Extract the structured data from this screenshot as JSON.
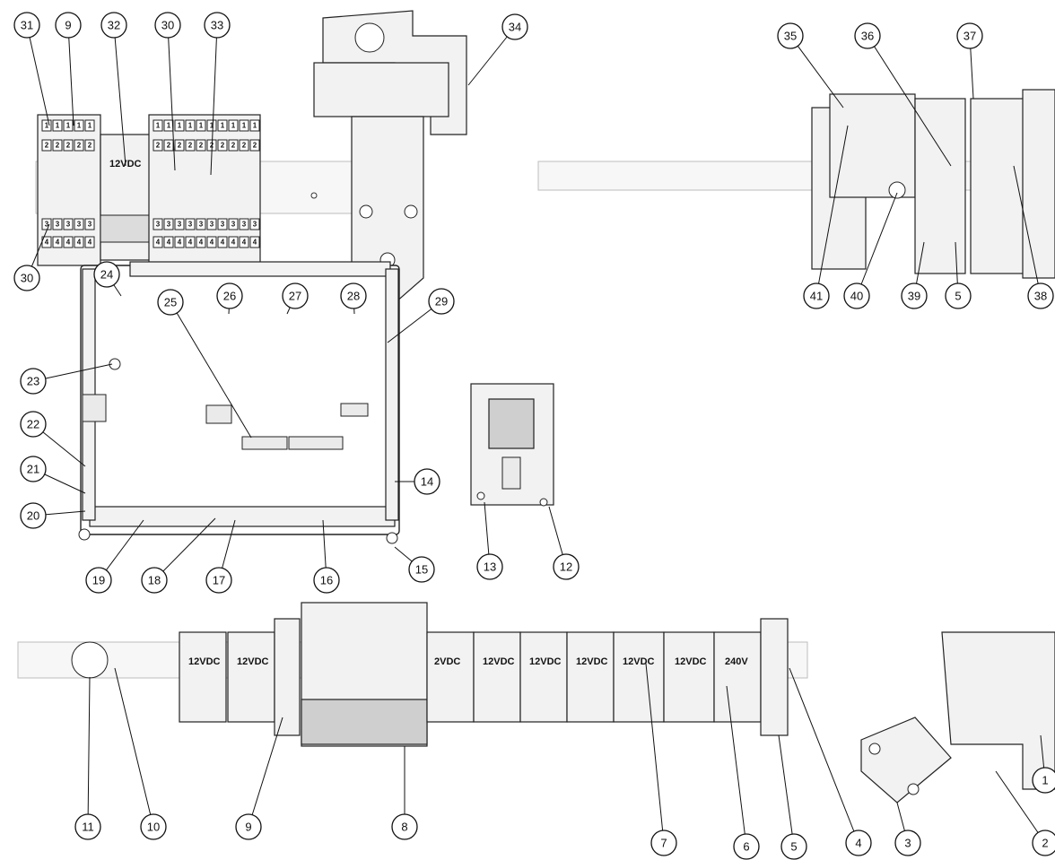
{
  "module_labels": {
    "top_left": "12VDC",
    "bottom": [
      "12VDC",
      "12VDC",
      "2VDC",
      "12VDC",
      "12VDC",
      "12VDC",
      "12VDC",
      "12VDC",
      "240V"
    ]
  },
  "callouts": [
    {
      "id": "c31",
      "label": "31"
    },
    {
      "id": "c9a",
      "label": "9"
    },
    {
      "id": "c32",
      "label": "32"
    },
    {
      "id": "c30a",
      "label": "30"
    },
    {
      "id": "c33",
      "label": "33"
    },
    {
      "id": "c34",
      "label": "34"
    },
    {
      "id": "c35",
      "label": "35"
    },
    {
      "id": "c36",
      "label": "36"
    },
    {
      "id": "c37",
      "label": "37"
    },
    {
      "id": "c30b",
      "label": "30"
    },
    {
      "id": "c41",
      "label": "41"
    },
    {
      "id": "c40",
      "label": "40"
    },
    {
      "id": "c39",
      "label": "39"
    },
    {
      "id": "c5a",
      "label": "5"
    },
    {
      "id": "c38",
      "label": "38"
    },
    {
      "id": "c24",
      "label": "24"
    },
    {
      "id": "c25",
      "label": "25"
    },
    {
      "id": "c26",
      "label": "26"
    },
    {
      "id": "c27",
      "label": "27"
    },
    {
      "id": "c28",
      "label": "28"
    },
    {
      "id": "c29",
      "label": "29"
    },
    {
      "id": "c23",
      "label": "23"
    },
    {
      "id": "c22",
      "label": "22"
    },
    {
      "id": "c21",
      "label": "21"
    },
    {
      "id": "c14",
      "label": "14"
    },
    {
      "id": "c20",
      "label": "20"
    },
    {
      "id": "c19",
      "label": "19"
    },
    {
      "id": "c18",
      "label": "18"
    },
    {
      "id": "c17",
      "label": "17"
    },
    {
      "id": "c16",
      "label": "16"
    },
    {
      "id": "c15",
      "label": "15"
    },
    {
      "id": "c13",
      "label": "13"
    },
    {
      "id": "c12",
      "label": "12"
    },
    {
      "id": "c11",
      "label": "11"
    },
    {
      "id": "c10",
      "label": "10"
    },
    {
      "id": "c9b",
      "label": "9"
    },
    {
      "id": "c8",
      "label": "8"
    },
    {
      "id": "c7",
      "label": "7"
    },
    {
      "id": "c6",
      "label": "6"
    },
    {
      "id": "c5b",
      "label": "5"
    },
    {
      "id": "c4",
      "label": "4"
    },
    {
      "id": "c3",
      "label": "3"
    },
    {
      "id": "c2",
      "label": "2"
    },
    {
      "id": "c1",
      "label": "1"
    }
  ],
  "terminal_numbers": [
    "1",
    "2",
    "3",
    "4"
  ]
}
